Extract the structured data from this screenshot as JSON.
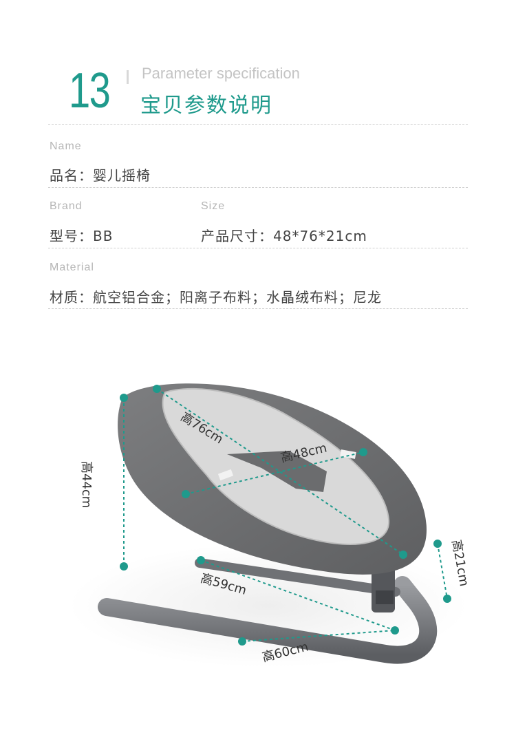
{
  "header": {
    "number": "13",
    "title_en": "Parameter specification",
    "title_cn": "宝贝参数说明"
  },
  "specs": {
    "name_label": "Name",
    "name_value": "品名：婴儿摇椅",
    "brand_label": "Brand",
    "brand_value": "型号：BB",
    "size_label": "Size",
    "size_value": "产品尺寸：48*76*21cm",
    "material_label": "Material",
    "material_value": "材质：航空铝合金；阳离子布料；水晶绒布料；尼龙"
  },
  "dimensions": {
    "length": "高76cm",
    "width": "高48cm",
    "height": "高44cm",
    "base_height": "高21cm",
    "base_length": "高59cm",
    "base_width": "高60cm"
  },
  "colors": {
    "accent": "#1f9a8c",
    "fabric_dark": "#6b6c6e",
    "fabric_light": "#d6d6d6",
    "frame": "#7a7c80"
  }
}
